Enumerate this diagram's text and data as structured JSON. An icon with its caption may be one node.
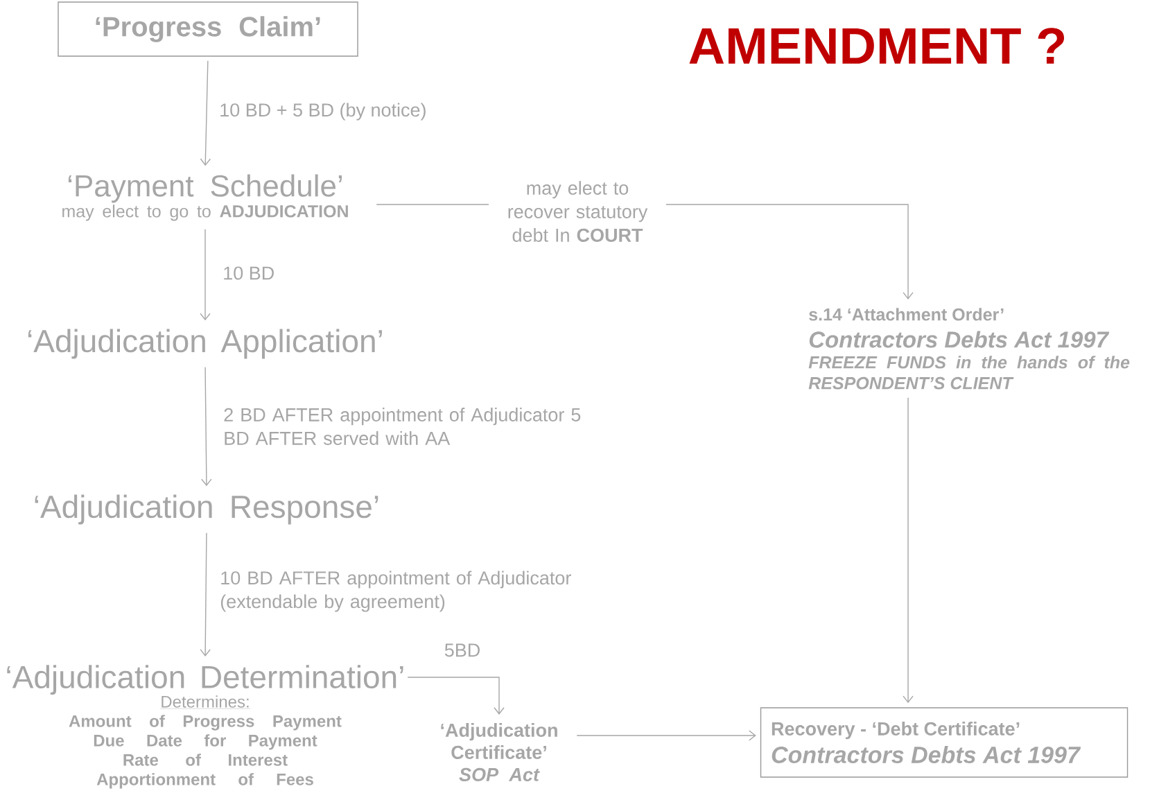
{
  "diagram": {
    "title": "AMENDMENT ?",
    "nodes": [
      {
        "text": [
          "‘Progress Claim’"
        ]
      },
      {
        "text": [
          "‘Payment Schedule’",
          "may elect to go to **ADJUDICATION**"
        ]
      },
      {
        "text": [
          "‘Adjudication Application’"
        ]
      },
      {
        "text": [
          "‘Adjudication Response’"
        ]
      },
      {
        "text": [
          "‘Adjudication Determination’",
          "Determines:",
          "Amount of Progress Payment",
          "Due Date for Payment",
          "Rate of Interest",
          "Apportionment of Fees"
        ]
      },
      {
        "text": [
          "s.14 ‘Attachment Order’",
          "Contractors Debts Act 1997",
          "FREEZE FUNDS in the hands of the RESPONDENT’S CLIENT"
        ]
      },
      {
        "text": [
          "‘Adjudication Certificate’",
          "SOP Act"
        ]
      },
      {
        "text": [
          "Recovery - ‘Debt Certificate’",
          "Contractors Debts Act 1997"
        ]
      }
    ],
    "edges": [
      {
        "from": 0,
        "to": 1,
        "arrow": "to",
        "label": "10 BD + 5 BD (by notice)"
      },
      {
        "from": 1,
        "to": 2,
        "arrow": "to",
        "label": "10 BD"
      },
      {
        "from": 2,
        "to": 3,
        "arrow": "to",
        "label": "2 BD AFTER appointment of Adjudicator 5 BD AFTER served with AA"
      },
      {
        "from": 3,
        "to": 4,
        "arrow": "to",
        "label": "10 BD AFTER appointment of Adjudicator (extendable by agreement)"
      },
      {
        "from": 1,
        "to": 5,
        "arrow": "to",
        "label": "may elect to recover statutory debt In **COURT**"
      },
      {
        "from": 4,
        "to": 6,
        "arrow": "to",
        "label": "5BD"
      },
      {
        "from": 5,
        "to": 7,
        "arrow": "to"
      },
      {
        "from": 6,
        "to": 7,
        "arrow": "to"
      }
    ]
  }
}
